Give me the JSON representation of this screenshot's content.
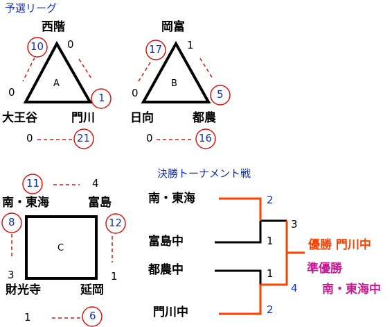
{
  "preliminary_title": "予選リーグ",
  "groups": [
    {
      "name": "A",
      "teams": {
        "top": "西階",
        "left": "大王谷",
        "right": "門川"
      },
      "scores": {
        "top_left": {
          "circled": "10",
          "plain": "0"
        },
        "top_right": {
          "circled": "1",
          "plain": "0"
        },
        "bottom": {
          "circled": "21",
          "plain": "0"
        }
      }
    },
    {
      "name": "B",
      "teams": {
        "top": "岡富",
        "left": "日向",
        "right": "都農"
      },
      "scores": {
        "top_left": {
          "circled": "17",
          "plain": "0"
        },
        "top_right": {
          "circled": "5",
          "plain": "1"
        },
        "bottom": {
          "circled": "16",
          "plain": "0"
        }
      }
    },
    {
      "name": "C",
      "teams": {
        "top_left": "南・東海",
        "top_right": "富島",
        "bottom_left": "財光寺",
        "bottom_right": "延岡"
      },
      "scores": {
        "top": {
          "circled": "11",
          "plain": "4"
        },
        "left": {
          "circled": "8",
          "plain": "3"
        },
        "right": {
          "circled": "12",
          "plain": "1"
        },
        "bottom": {
          "circled": "6",
          "plain": "1"
        }
      }
    }
  ],
  "final": {
    "title": "決勝トーナメント戦",
    "teams": [
      "南・東海",
      "富島中",
      "都農中",
      "門川中"
    ],
    "scores": {
      "semi1_top": "2",
      "semi1_bottom": "1",
      "semi2_top": "1",
      "semi2_bottom": "2",
      "final_top": "3",
      "final_bottom": "4"
    },
    "champion_label": "優勝 門川中",
    "runner_up_label": "準優勝",
    "runner_up_team": "南・東海中"
  },
  "colors": {
    "winner_line": "#ff4000",
    "circle": "#e01010",
    "score_text": "#1030c0",
    "runner_up": "#c81890"
  }
}
